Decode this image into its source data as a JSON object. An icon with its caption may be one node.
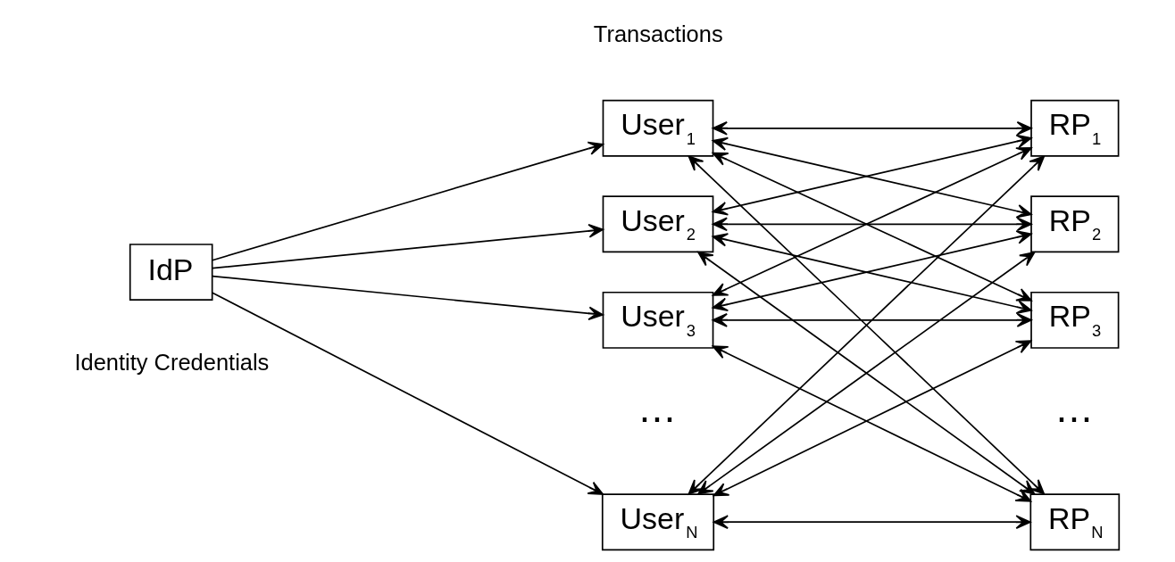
{
  "diagram": {
    "nodes": [
      {
        "text": [
          "IdP"
        ]
      },
      {
        "text": [
          "User$_{1}$"
        ]
      },
      {
        "text": [
          "User$_{2}$"
        ]
      },
      {
        "text": [
          "User$_{3}$"
        ]
      },
      {
        "text": [
          "User$_{N}$"
        ]
      },
      {
        "text": [
          "RP$_{1}$"
        ]
      },
      {
        "text": [
          "RP$_{2}$"
        ]
      },
      {
        "text": [
          "RP$_{3}$"
        ]
      },
      {
        "text": [
          "RP$_{N}$"
        ]
      }
    ],
    "edges": [
      {
        "from": 0,
        "to": 1,
        "arrow": "to"
      },
      {
        "from": 0,
        "to": 2,
        "arrow": "to"
      },
      {
        "from": 0,
        "to": 3,
        "arrow": "to"
      },
      {
        "from": 0,
        "to": 4,
        "arrow": "to"
      },
      {
        "from": 1,
        "to": 5,
        "arrow": "both"
      },
      {
        "from": 1,
        "to": 6,
        "arrow": "both"
      },
      {
        "from": 1,
        "to": 7,
        "arrow": "both"
      },
      {
        "from": 1,
        "to": 8,
        "arrow": "both"
      },
      {
        "from": 2,
        "to": 5,
        "arrow": "both"
      },
      {
        "from": 2,
        "to": 6,
        "arrow": "both"
      },
      {
        "from": 2,
        "to": 7,
        "arrow": "both"
      },
      {
        "from": 2,
        "to": 8,
        "arrow": "both"
      },
      {
        "from": 3,
        "to": 5,
        "arrow": "both"
      },
      {
        "from": 3,
        "to": 6,
        "arrow": "both"
      },
      {
        "from": 3,
        "to": 7,
        "arrow": "both"
      },
      {
        "from": 3,
        "to": 8,
        "arrow": "both"
      },
      {
        "from": 4,
        "to": 5,
        "arrow": "both"
      },
      {
        "from": 4,
        "to": 6,
        "arrow": "both"
      },
      {
        "from": 4,
        "to": 7,
        "arrow": "both"
      },
      {
        "from": 4,
        "to": 8,
        "arrow": "both"
      }
    ],
    "labels": [
      "Transactions",
      "Identity Credentials",
      "⋯",
      "⋯"
    ]
  }
}
